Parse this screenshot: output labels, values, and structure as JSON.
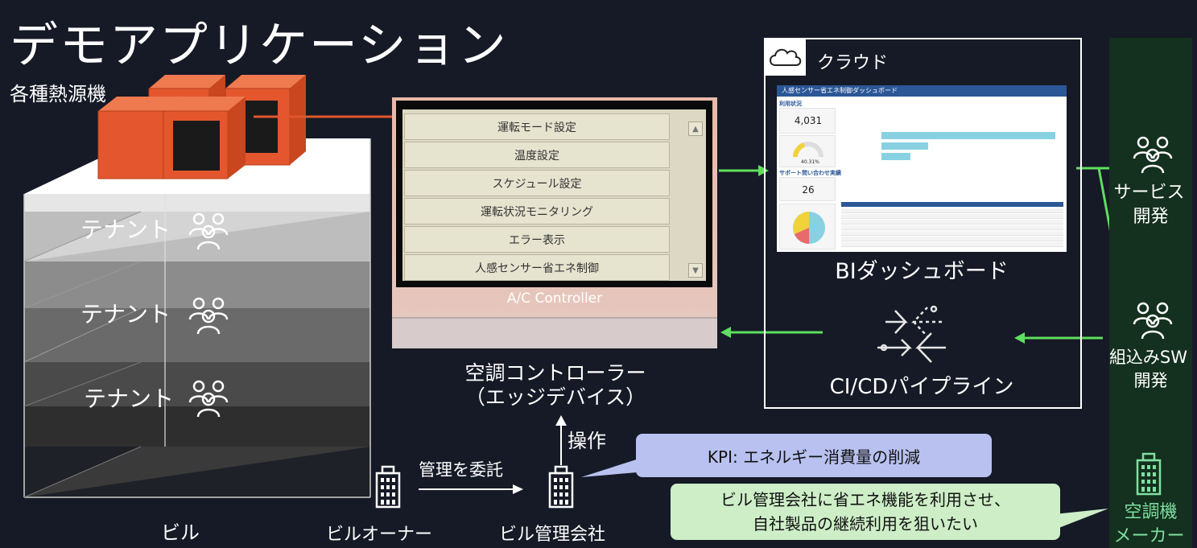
{
  "title": "デモアプリケーション",
  "heat_source_label": "各種熱源機",
  "tenants": [
    "テナント",
    "テナント",
    "テナント"
  ],
  "building_label": "ビル",
  "owner_label": "ビルオーナー",
  "delegate_label": "管理を委託",
  "mgmt_company_label": "ビル管理会社",
  "operate_label": "操作",
  "controller": {
    "menu": [
      "運転モード設定",
      "温度設定",
      "スケジュール設定",
      "運転状況モニタリング",
      "エラー表示",
      "人感センサー省エネ制御"
    ],
    "device_label": "A/C Controller",
    "caption_line1": "空調コントローラー",
    "caption_line2": "（エッジデバイス）"
  },
  "cloud": {
    "title": "クラウド",
    "bi_label": "BIダッシュボード",
    "cicd_label": "CI/CDパイプライン",
    "dashboard": {
      "header": "人感センサー省エネ制御ダッシュボード",
      "section1": "利用状況",
      "metric1": "4,031",
      "gauge_value": "40.31%",
      "section2": "サポート問い合わせ実績",
      "metric2": "26"
    }
  },
  "roles": {
    "service_dev_line1": "サービス",
    "service_dev_line2": "開発",
    "embedded_dev_line1": "組込みSW",
    "embedded_dev_line2": "開発",
    "maker_line1": "空調機",
    "maker_line2": "メーカー"
  },
  "kpi": "KPI: エネルギー消費量の削減",
  "goal_line1": "ビル管理会社に省エネ機能を利用させ、",
  "goal_line2": "自社製品の継続利用を狙いたい",
  "colors": {
    "background": "#161a26",
    "heat_source": "#e4572e",
    "arrow_green": "#5ee05e",
    "callout_blue": "#b8c1f0",
    "callout_green": "#cdeec7",
    "maker_column": "#14301e"
  }
}
